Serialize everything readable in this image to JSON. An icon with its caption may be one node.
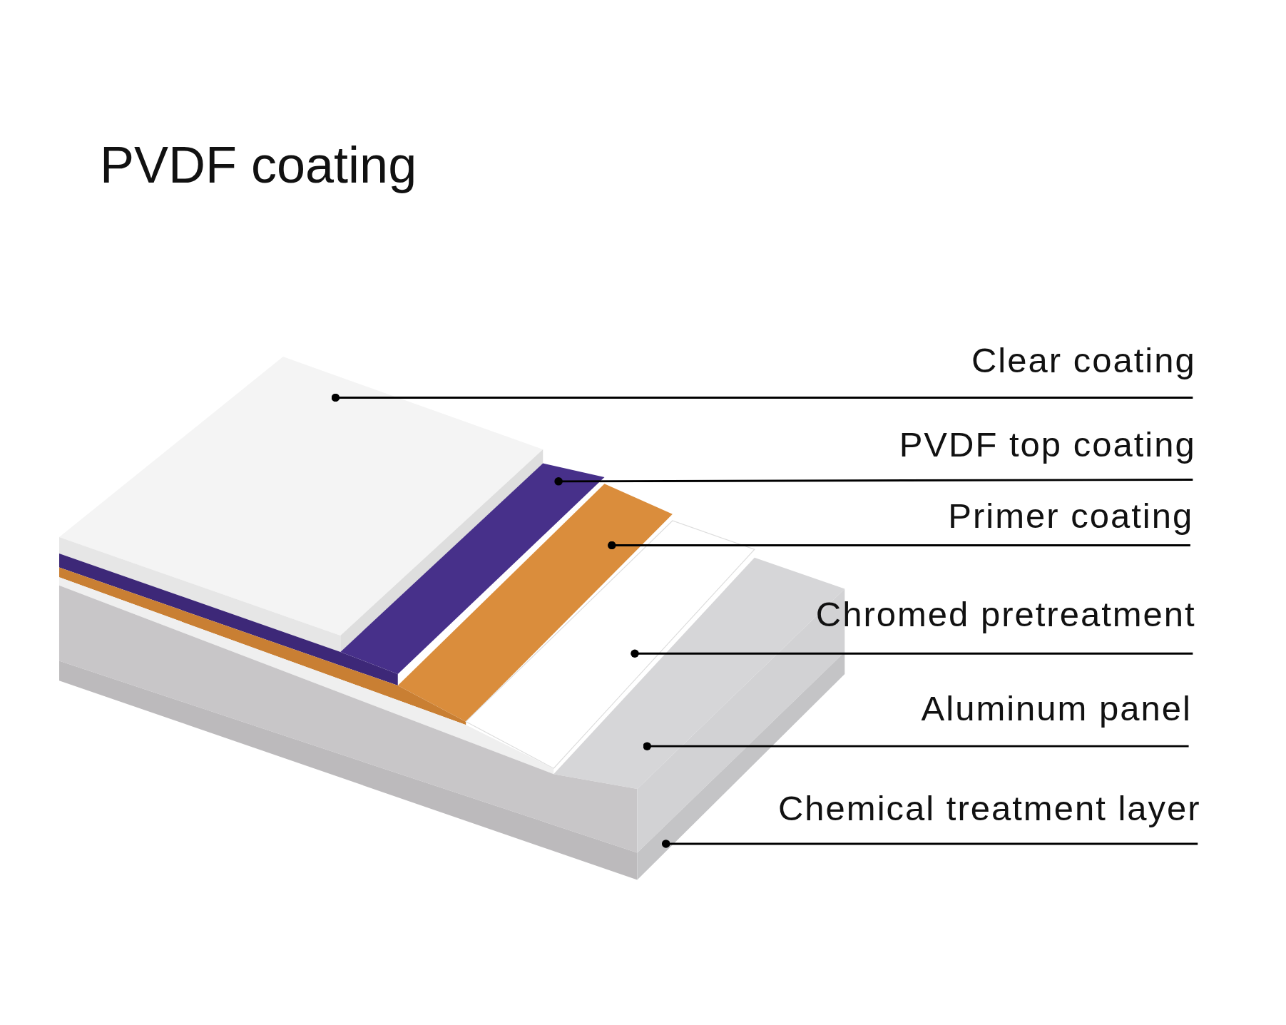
{
  "diagram": {
    "title": "PVDF coating",
    "nodes": [
      {
        "text": [
          "Clear coating"
        ]
      },
      {
        "text": [
          "PVDF top coating"
        ]
      },
      {
        "text": [
          "Primer coating"
        ]
      },
      {
        "text": [
          "Chromed pretreatment"
        ]
      },
      {
        "text": [
          "Aluminum panel"
        ]
      },
      {
        "text": [
          "Chemical treatment layer"
        ]
      },
      {
        "text": [],
        "shape": "box"
      },
      {
        "text": [],
        "shape": "box"
      },
      {
        "text": [],
        "shape": "box"
      },
      {
        "text": [],
        "shape": "box"
      },
      {
        "text": [],
        "shape": "box"
      },
      {
        "text": [],
        "shape": "box"
      }
    ],
    "edges": [
      {
        "from": 0,
        "to": 6,
        "arrow": "other"
      },
      {
        "from": 1,
        "to": 7,
        "arrow": "other"
      },
      {
        "from": 2,
        "to": 8,
        "arrow": "other"
      },
      {
        "from": 3,
        "to": 9,
        "arrow": "other"
      },
      {
        "from": 4,
        "to": 10,
        "arrow": "other"
      },
      {
        "from": 5,
        "to": 11,
        "arrow": "other"
      }
    ]
  }
}
